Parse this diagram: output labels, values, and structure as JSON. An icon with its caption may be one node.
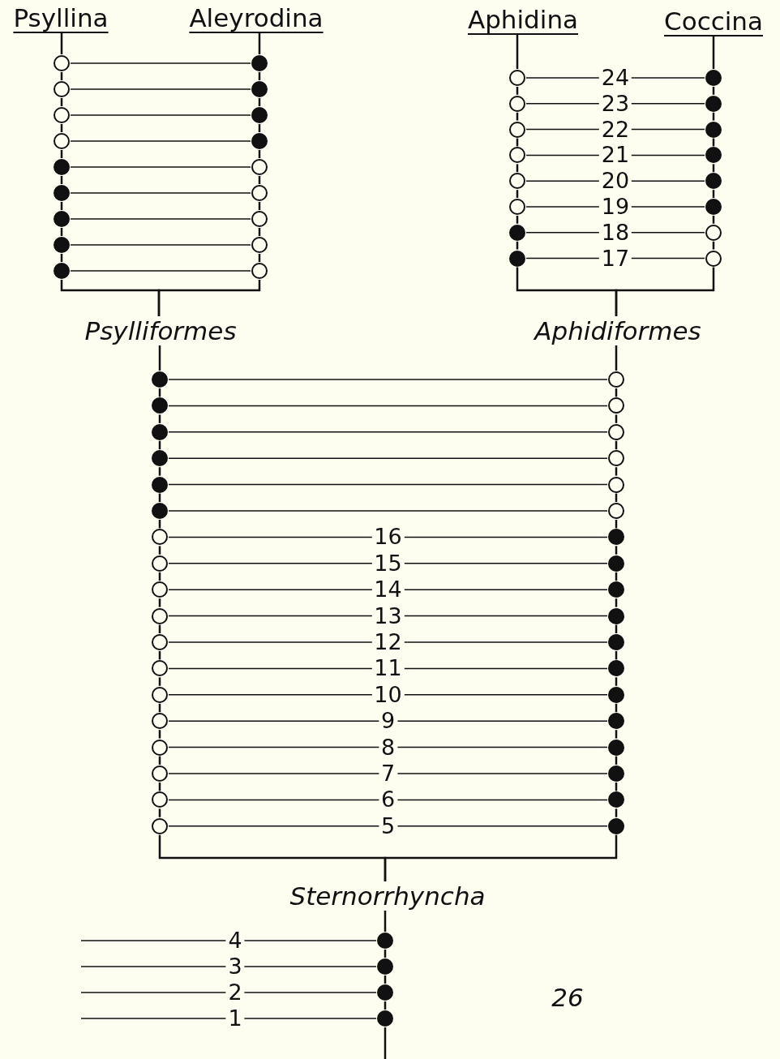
{
  "diagram": {
    "nodes": [
      {
        "text": [
          "Psyllina"
        ]
      },
      {
        "text": [
          "Aleyrodina"
        ]
      },
      {
        "text": [
          "Aphidina"
        ]
      },
      {
        "text": [
          "Coccina"
        ]
      },
      {
        "text": [],
        "shape": "circle"
      },
      {
        "text": [],
        "shape": "dot"
      },
      {
        "text": [],
        "shape": "circle"
      },
      {
        "text": [],
        "shape": "dot"
      },
      {
        "text": [],
        "shape": "circle"
      },
      {
        "text": [],
        "shape": "dot"
      },
      {
        "text": [],
        "shape": "circle"
      },
      {
        "text": [],
        "shape": "dot"
      },
      {
        "text": [],
        "shape": "dot"
      },
      {
        "text": [],
        "shape": "circle"
      },
      {
        "text": [],
        "shape": "dot"
      },
      {
        "text": [],
        "shape": "circle"
      },
      {
        "text": [],
        "shape": "dot"
      },
      {
        "text": [],
        "shape": "circle"
      },
      {
        "text": [],
        "shape": "dot"
      },
      {
        "text": [],
        "shape": "circle"
      },
      {
        "text": [],
        "shape": "dot"
      },
      {
        "text": [],
        "shape": "circle"
      },
      {
        "text": [],
        "shape": "circle"
      },
      {
        "text": [],
        "shape": "dot"
      },
      {
        "text": [],
        "shape": "circle"
      },
      {
        "text": [],
        "shape": "dot"
      },
      {
        "text": [],
        "shape": "circle"
      },
      {
        "text": [],
        "shape": "dot"
      },
      {
        "text": [],
        "shape": "circle"
      },
      {
        "text": [],
        "shape": "dot"
      },
      {
        "text": [],
        "shape": "circle"
      },
      {
        "text": [],
        "shape": "dot"
      },
      {
        "text": [],
        "shape": "circle"
      },
      {
        "text": [],
        "shape": "dot"
      },
      {
        "text": [],
        "shape": "dot"
      },
      {
        "text": [],
        "shape": "circle"
      },
      {
        "text": [],
        "shape": "dot"
      },
      {
        "text": [],
        "shape": "circle"
      },
      {
        "text": [
          "Psylliformes"
        ]
      },
      {
        "text": [
          "Aphidiformes"
        ]
      },
      {
        "text": [],
        "shape": "dot"
      },
      {
        "text": [],
        "shape": "circle"
      },
      {
        "text": [],
        "shape": "dot"
      },
      {
        "text": [],
        "shape": "circle"
      },
      {
        "text": [],
        "shape": "dot"
      },
      {
        "text": [],
        "shape": "circle"
      },
      {
        "text": [],
        "shape": "dot"
      },
      {
        "text": [],
        "shape": "circle"
      },
      {
        "text": [],
        "shape": "dot"
      },
      {
        "text": [],
        "shape": "circle"
      },
      {
        "text": [],
        "shape": "dot"
      },
      {
        "text": [],
        "shape": "circle"
      },
      {
        "text": [],
        "shape": "circle"
      },
      {
        "text": [],
        "shape": "dot"
      },
      {
        "text": [],
        "shape": "circle"
      },
      {
        "text": [],
        "shape": "dot"
      },
      {
        "text": [],
        "shape": "circle"
      },
      {
        "text": [],
        "shape": "dot"
      },
      {
        "text": [],
        "shape": "circle"
      },
      {
        "text": [],
        "shape": "dot"
      },
      {
        "text": [],
        "shape": "circle"
      },
      {
        "text": [],
        "shape": "dot"
      },
      {
        "text": [],
        "shape": "circle"
      },
      {
        "text": [],
        "shape": "dot"
      },
      {
        "text": [],
        "shape": "circle"
      },
      {
        "text": [],
        "shape": "dot"
      },
      {
        "text": [],
        "shape": "circle"
      },
      {
        "text": [],
        "shape": "dot"
      },
      {
        "text": [],
        "shape": "circle"
      },
      {
        "text": [],
        "shape": "dot"
      },
      {
        "text": [],
        "shape": "circle"
      },
      {
        "text": [],
        "shape": "dot"
      },
      {
        "text": [],
        "shape": "circle"
      },
      {
        "text": [],
        "shape": "dot"
      },
      {
        "text": [],
        "shape": "circle"
      },
      {
        "text": [],
        "shape": "dot"
      },
      {
        "text": [
          "Sternorrhyncha"
        ]
      },
      {
        "text": [],
        "shape": "dot"
      },
      {
        "text": [],
        "shape": "dot"
      },
      {
        "text": [],
        "shape": "dot"
      },
      {
        "text": [],
        "shape": "dot"
      }
    ],
    "edges": [
      {
        "from": 4,
        "to": 5,
        "arrow": "none"
      },
      {
        "from": 6,
        "to": 7,
        "arrow": "none"
      },
      {
        "from": 8,
        "to": 9,
        "arrow": "none"
      },
      {
        "from": 10,
        "to": 11,
        "arrow": "none"
      },
      {
        "from": 12,
        "to": 13,
        "arrow": "none"
      },
      {
        "from": 14,
        "to": 15,
        "arrow": "none"
      },
      {
        "from": 16,
        "to": 17,
        "arrow": "none"
      },
      {
        "from": 18,
        "to": 19,
        "arrow": "none"
      },
      {
        "from": 20,
        "to": 21,
        "arrow": "none"
      },
      {
        "from": 22,
        "to": 23,
        "arrow": "none",
        "label": "24"
      },
      {
        "from": 24,
        "to": 25,
        "arrow": "none",
        "label": "23"
      },
      {
        "from": 26,
        "to": 27,
        "arrow": "none",
        "label": "22"
      },
      {
        "from": 28,
        "to": 29,
        "arrow": "none",
        "label": "21"
      },
      {
        "from": 30,
        "to": 31,
        "arrow": "none",
        "label": "20"
      },
      {
        "from": 32,
        "to": 33,
        "arrow": "none",
        "label": "19"
      },
      {
        "from": 34,
        "to": 35,
        "arrow": "none",
        "label": "18"
      },
      {
        "from": 36,
        "to": 37,
        "arrow": "none",
        "label": "17"
      },
      {
        "from": 40,
        "to": 41,
        "arrow": "none"
      },
      {
        "from": 42,
        "to": 43,
        "arrow": "none"
      },
      {
        "from": 44,
        "to": 45,
        "arrow": "none"
      },
      {
        "from": 46,
        "to": 47,
        "arrow": "none"
      },
      {
        "from": 48,
        "to": 49,
        "arrow": "none"
      },
      {
        "from": 50,
        "to": 51,
        "arrow": "none"
      },
      {
        "from": 52,
        "to": 53,
        "arrow": "none",
        "label": "16"
      },
      {
        "from": 54,
        "to": 55,
        "arrow": "none",
        "label": "15"
      },
      {
        "from": 56,
        "to": 57,
        "arrow": "none",
        "label": "14"
      },
      {
        "from": 58,
        "to": 59,
        "arrow": "none",
        "label": "13"
      },
      {
        "from": 60,
        "to": 61,
        "arrow": "none",
        "label": "12"
      },
      {
        "from": 62,
        "to": 63,
        "arrow": "none",
        "label": "11"
      },
      {
        "from": 64,
        "to": 65,
        "arrow": "none",
        "label": "10"
      },
      {
        "from": 66,
        "to": 67,
        "arrow": "none",
        "label": "9"
      },
      {
        "from": 68,
        "to": 69,
        "arrow": "none",
        "label": "8"
      },
      {
        "from": 70,
        "to": 71,
        "arrow": "none",
        "label": "7"
      },
      {
        "from": 72,
        "to": 73,
        "arrow": "none",
        "label": "6"
      },
      {
        "from": 74,
        "to": 75,
        "arrow": "none",
        "label": "5"
      },
      {
        "from": null,
        "to": 77,
        "arrow": "none",
        "label": "4"
      },
      {
        "from": null,
        "to": 78,
        "arrow": "none",
        "label": "3"
      },
      {
        "from": null,
        "to": 79,
        "arrow": "none",
        "label": "2"
      },
      {
        "from": null,
        "to": 80,
        "arrow": "none",
        "label": "1"
      },
      {
        "from": 0,
        "to": 4,
        "arrow": "none"
      },
      {
        "from": 4,
        "to": 6,
        "arrow": "none"
      },
      {
        "from": 6,
        "to": 8,
        "arrow": "none"
      },
      {
        "from": 8,
        "to": 10,
        "arrow": "none"
      },
      {
        "from": 10,
        "to": 12,
        "arrow": "none"
      },
      {
        "from": 12,
        "to": 14,
        "arrow": "none"
      },
      {
        "from": 14,
        "to": 16,
        "arrow": "none"
      },
      {
        "from": 16,
        "to": 18,
        "arrow": "none"
      },
      {
        "from": 18,
        "to": 20,
        "arrow": "none"
      },
      {
        "from": 20,
        "to": 38,
        "arrow": "none"
      },
      {
        "from": 1,
        "to": 5,
        "arrow": "none"
      },
      {
        "from": 5,
        "to": 7,
        "arrow": "none"
      },
      {
        "from": 7,
        "to": 9,
        "arrow": "none"
      },
      {
        "from": 9,
        "to": 11,
        "arrow": "none"
      },
      {
        "from": 11,
        "to": 13,
        "arrow": "none"
      },
      {
        "from": 13,
        "to": 15,
        "arrow": "none"
      },
      {
        "from": 15,
        "to": 17,
        "arrow": "none"
      },
      {
        "from": 17,
        "to": 19,
        "arrow": "none"
      },
      {
        "from": 19,
        "to": 21,
        "arrow": "none"
      },
      {
        "from": 21,
        "to": 38,
        "arrow": "none"
      },
      {
        "from": 2,
        "to": 22,
        "arrow": "none"
      },
      {
        "from": 22,
        "to": 24,
        "arrow": "none"
      },
      {
        "from": 24,
        "to": 26,
        "arrow": "none"
      },
      {
        "from": 26,
        "to": 28,
        "arrow": "none"
      },
      {
        "from": 28,
        "to": 30,
        "arrow": "none"
      },
      {
        "from": 30,
        "to": 32,
        "arrow": "none"
      },
      {
        "from": 32,
        "to": 34,
        "arrow": "none"
      },
      {
        "from": 34,
        "to": 36,
        "arrow": "none"
      },
      {
        "from": 36,
        "to": 39,
        "arrow": "none"
      },
      {
        "from": 3,
        "to": 23,
        "arrow": "none"
      },
      {
        "from": 23,
        "to": 25,
        "arrow": "none"
      },
      {
        "from": 25,
        "to": 27,
        "arrow": "none"
      },
      {
        "from": 27,
        "to": 29,
        "arrow": "none"
      },
      {
        "from": 29,
        "to": 31,
        "arrow": "none"
      },
      {
        "from": 31,
        "to": 33,
        "arrow": "none"
      },
      {
        "from": 33,
        "to": 35,
        "arrow": "none"
      },
      {
        "from": 35,
        "to": 37,
        "arrow": "none"
      },
      {
        "from": 37,
        "to": 39,
        "arrow": "none"
      },
      {
        "from": 38,
        "to": 40,
        "arrow": "none"
      },
      {
        "from": 40,
        "to": 42,
        "arrow": "none"
      },
      {
        "from": 42,
        "to": 44,
        "arrow": "none"
      },
      {
        "from": 44,
        "to": 46,
        "arrow": "none"
      },
      {
        "from": 46,
        "to": 48,
        "arrow": "none"
      },
      {
        "from": 48,
        "to": 50,
        "arrow": "none"
      },
      {
        "from": 50,
        "to": 52,
        "arrow": "none"
      },
      {
        "from": 52,
        "to": 54,
        "arrow": "none"
      },
      {
        "from": 54,
        "to": 56,
        "arrow": "none"
      },
      {
        "from": 56,
        "to": 58,
        "arrow": "none"
      },
      {
        "from": 58,
        "to": 60,
        "arrow": "none"
      },
      {
        "from": 60,
        "to": 62,
        "arrow": "none"
      },
      {
        "from": 62,
        "to": 64,
        "arrow": "none"
      },
      {
        "from": 64,
        "to": 66,
        "arrow": "none"
      },
      {
        "from": 66,
        "to": 68,
        "arrow": "none"
      },
      {
        "from": 68,
        "to": 70,
        "arrow": "none"
      },
      {
        "from": 70,
        "to": 72,
        "arrow": "none"
      },
      {
        "from": 72,
        "to": 74,
        "arrow": "none"
      },
      {
        "from": 74,
        "to": 76,
        "arrow": "none"
      },
      {
        "from": 39,
        "to": 41,
        "arrow": "none"
      },
      {
        "from": 41,
        "to": 43,
        "arrow": "none"
      },
      {
        "from": 43,
        "to": 45,
        "arrow": "none"
      },
      {
        "from": 45,
        "to": 47,
        "arrow": "none"
      },
      {
        "from": 47,
        "to": 49,
        "arrow": "none"
      },
      {
        "from": 49,
        "to": 51,
        "arrow": "none"
      },
      {
        "from": 51,
        "to": 53,
        "arrow": "none"
      },
      {
        "from": 53,
        "to": 55,
        "arrow": "none"
      },
      {
        "from": 55,
        "to": 57,
        "arrow": "none"
      },
      {
        "from": 57,
        "to": 59,
        "arrow": "none"
      },
      {
        "from": 59,
        "to": 61,
        "arrow": "none"
      },
      {
        "from": 61,
        "to": 63,
        "arrow": "none"
      },
      {
        "from": 63,
        "to": 65,
        "arrow": "none"
      },
      {
        "from": 65,
        "to": 67,
        "arrow": "none"
      },
      {
        "from": 67,
        "to": 69,
        "arrow": "none"
      },
      {
        "from": 69,
        "to": 71,
        "arrow": "none"
      },
      {
        "from": 71,
        "to": 73,
        "arrow": "none"
      },
      {
        "from": 73,
        "to": 75,
        "arrow": "none"
      },
      {
        "from": 75,
        "to": 76,
        "arrow": "none"
      },
      {
        "from": 76,
        "to": 77,
        "arrow": "none"
      },
      {
        "from": 77,
        "to": 78,
        "arrow": "none"
      },
      {
        "from": 78,
        "to": 79,
        "arrow": "none"
      },
      {
        "from": 79,
        "to": 80,
        "arrow": "none"
      },
      {
        "from": 80,
        "to": null,
        "arrow": "none"
      }
    ],
    "labels": [
      "26"
    ]
  }
}
